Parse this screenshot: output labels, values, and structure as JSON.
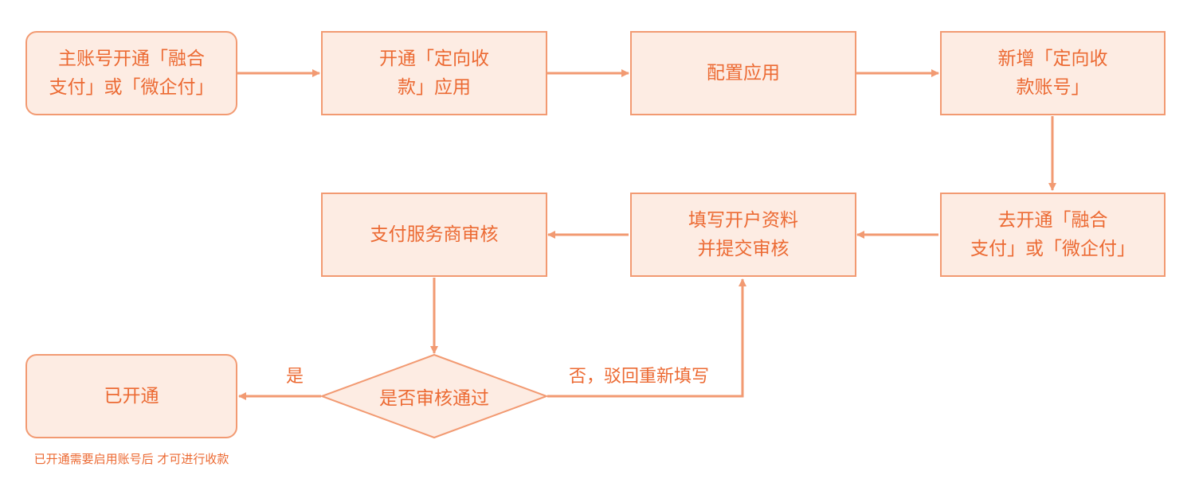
{
  "colors": {
    "stroke": "#f29a72",
    "fill": "#fdece3",
    "text": "#ec6a33"
  },
  "nodes": {
    "start": {
      "line1": "主账号开通「融合",
      "line2": "支付」或「微企付」"
    },
    "open_app": {
      "line1": "开通「定向收",
      "line2": "款」应用"
    },
    "config_app": {
      "line1": "配置应用"
    },
    "add_account": {
      "line1": "新增「定向收",
      "line2": "款账号」"
    },
    "go_open": {
      "line1": "去开通「融合",
      "line2": "支付」或「微企付」"
    },
    "fill_info": {
      "line1": "填写开户资料",
      "line2": "并提交审核"
    },
    "provider_review": {
      "line1": "支付服务商审核"
    },
    "decision": {
      "line1": "是否审核通过"
    },
    "opened": {
      "line1": "已开通"
    }
  },
  "labels": {
    "yes": "是",
    "no": "否，驳回重新填写"
  },
  "note": {
    "line1": "已开通需要启用账号后",
    "line2": "才可进行收款"
  }
}
